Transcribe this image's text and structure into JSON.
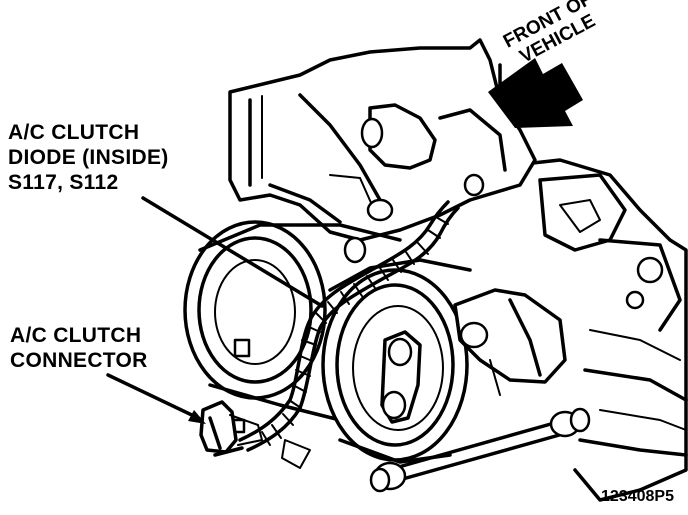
{
  "labels": {
    "diode_line1": "A/C CLUTCH",
    "diode_line2": "DIODE (INSIDE)",
    "diode_line3": "S117, S112",
    "connector_line1": "A/C CLUTCH",
    "connector_line2": "CONNECTOR",
    "front_line1": "FRONT OF",
    "front_line2": "VEHICLE",
    "part_number": "123408P5"
  },
  "colors": {
    "ink": "#000000",
    "paper": "#ffffff"
  },
  "icons": {
    "direction_arrow": "arrow-left-down-icon"
  }
}
